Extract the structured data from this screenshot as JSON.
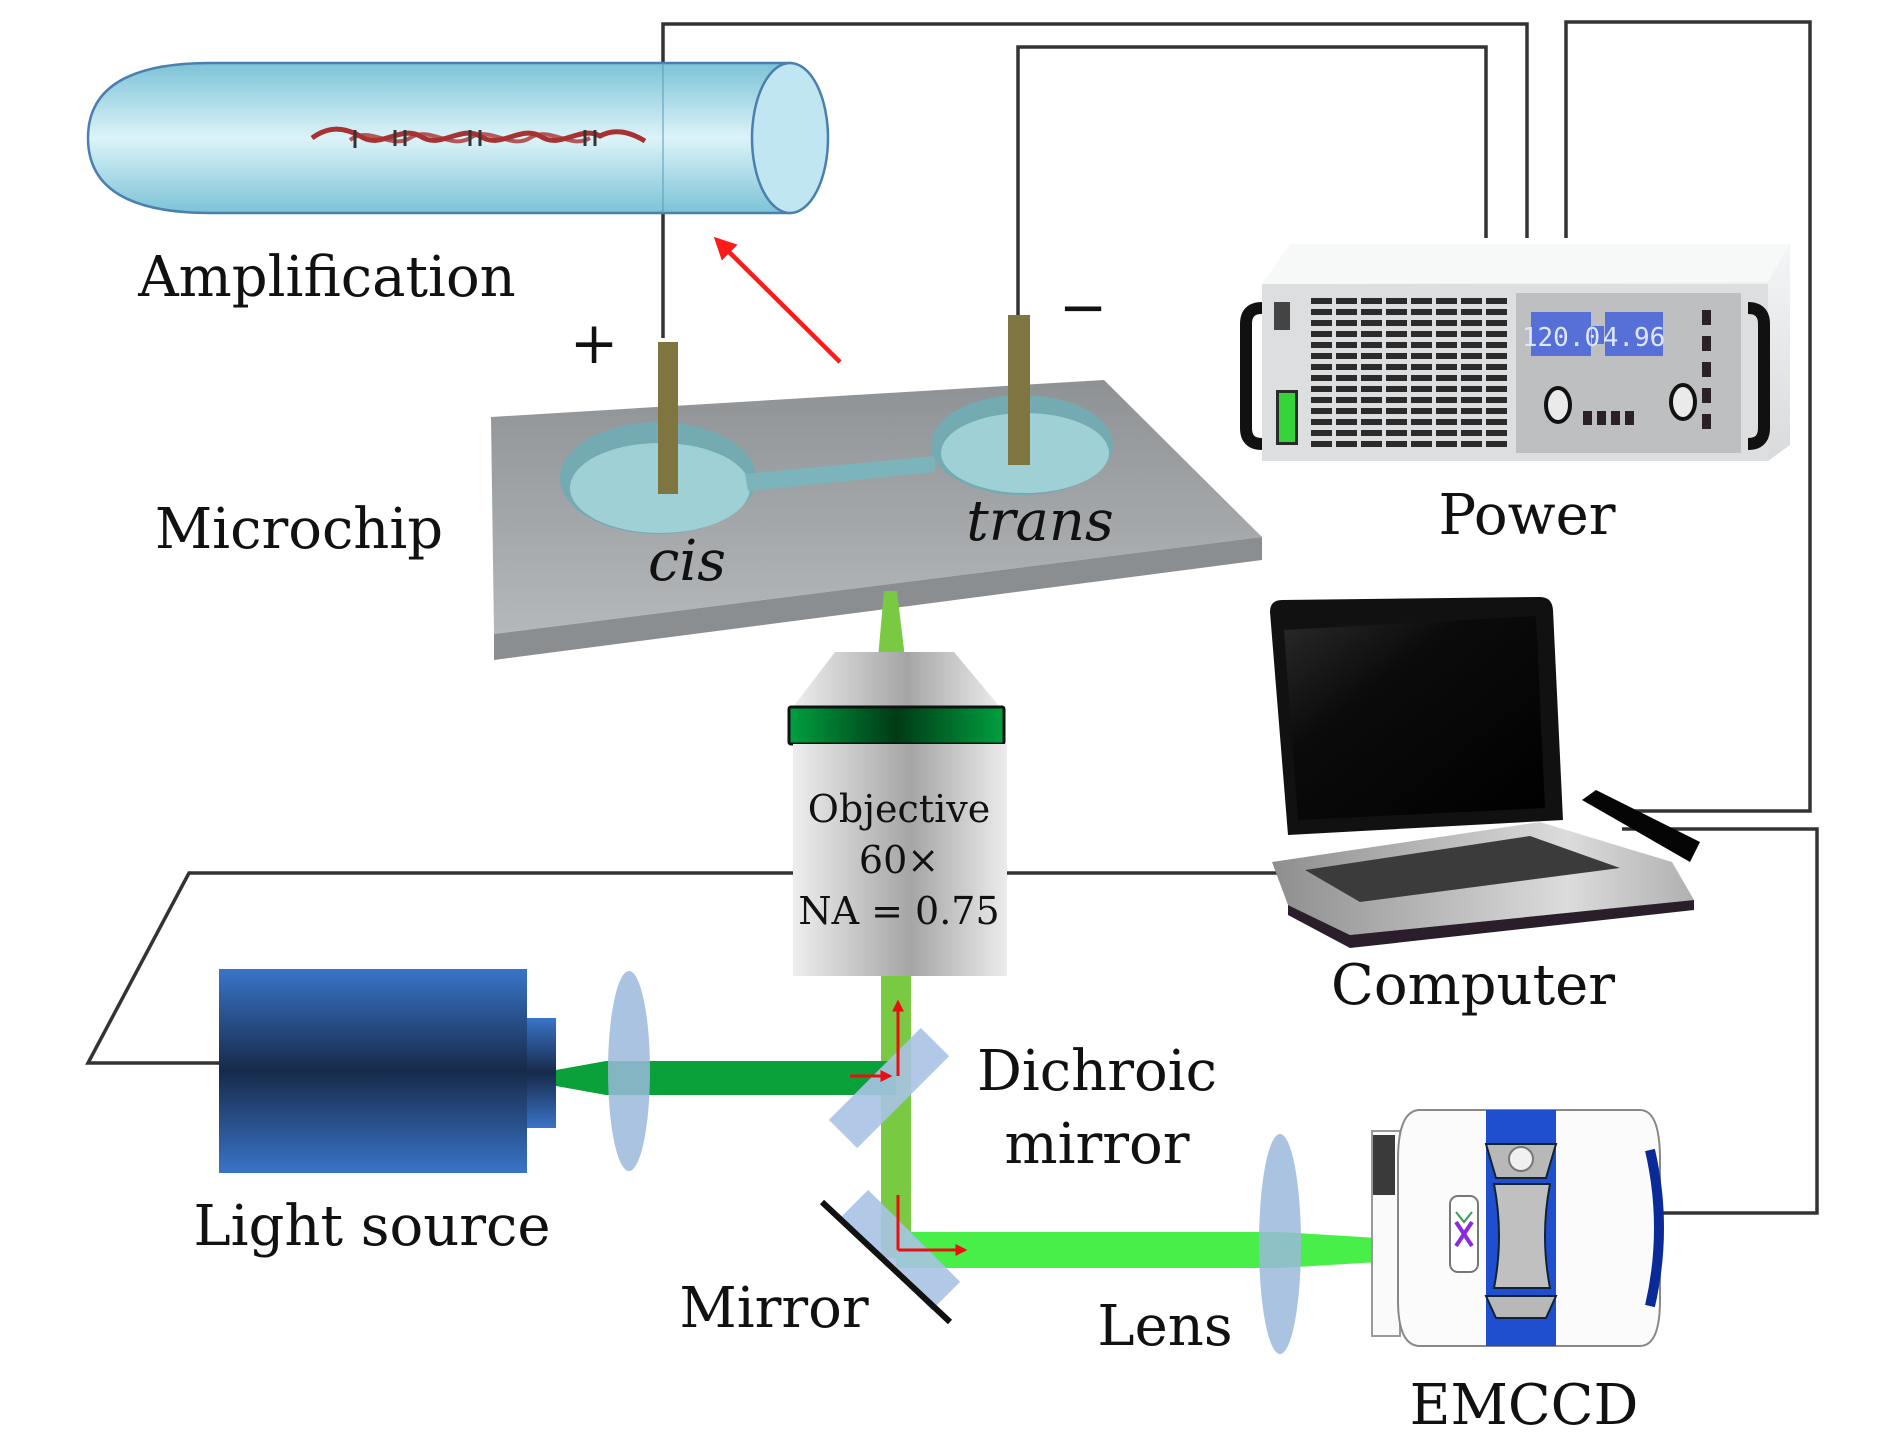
{
  "figure": {
    "type": "experimental setup schematic",
    "labels": {
      "amplification": "Amplification",
      "microchip": "Microchip",
      "cis": "cis",
      "trans": "trans",
      "plus": "+",
      "minus": "−",
      "power": "Power",
      "computer": "Computer",
      "objective_line1": "Objective",
      "objective_line2": "60×",
      "objective_line3": "NA = 0.75",
      "dichroic_line1": "Dichroic",
      "dichroic_line2": "mirror",
      "light_source": "Light source",
      "mirror": "Mirror",
      "lens": "Lens",
      "emccd": "EMCCD"
    },
    "power_display": {
      "voltage": "120.0",
      "current": "4.96"
    },
    "colors": {
      "tube": "#8ccfe0",
      "dna": "#a83232",
      "chip": "#9ea3a5",
      "well": "#8fc6cc",
      "electrode": "#7f7540",
      "beam_excitation": "#0aa03a",
      "beam_emission": "#49ef49",
      "beam_vertical": "#7ac943",
      "optic_glass": "#9ab8dc",
      "light_source": "#2f62b0",
      "emccd_band": "#1f4fcf",
      "lcd": "#5670d8",
      "arrow": "#ff1a1a",
      "objective_band": "#00953a"
    }
  }
}
